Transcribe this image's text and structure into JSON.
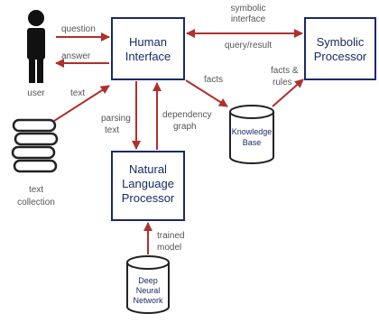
{
  "nodes": {
    "human_interface": [
      "Human",
      "Interface"
    ],
    "symbolic_processor": [
      "Symbolic",
      "Processor"
    ],
    "nlp": [
      "Natural",
      "Language",
      "Processor"
    ],
    "knowledge_base": [
      "Knowledge",
      "Base"
    ],
    "deep_neural_network": [
      "Deep",
      "Neural",
      "Network"
    ],
    "user": "user",
    "text_collection": [
      "text",
      "collection"
    ]
  },
  "edges": {
    "question": "question",
    "answer": "answer",
    "text": "text",
    "symbolic_interface": [
      "symbolic",
      "interface"
    ],
    "query_result": "query/result",
    "facts": "facts",
    "facts_rules": [
      "facts &",
      "rules"
    ],
    "parsing_text": [
      "parsing",
      "text"
    ],
    "dependency_graph": [
      "dependency",
      "graph"
    ],
    "trained_model": [
      "trained",
      "model"
    ]
  },
  "colors": {
    "arrow": "#b0302c",
    "box_text": "#1a2a66",
    "box_border": "#1a2a66",
    "label": "#555555"
  }
}
